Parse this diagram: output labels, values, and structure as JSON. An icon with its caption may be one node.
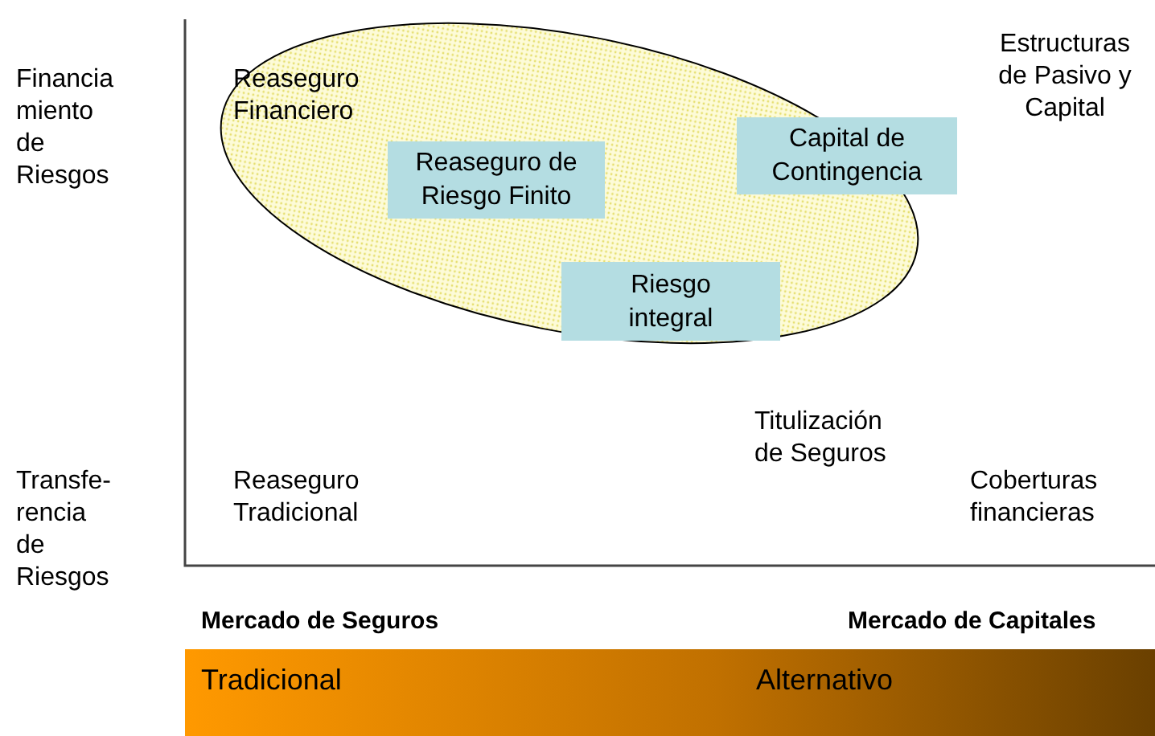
{
  "diagram": {
    "nodes": [
      {
        "text": [],
        "shape": "ellipse"
      },
      {
        "text": [
          "Reaseguro de Riesgo Finito"
        ],
        "in": 0
      },
      {
        "text": [
          "Capital de Contingencia"
        ]
      },
      {
        "text": [
          "Riesgo integral"
        ],
        "in": 0
      },
      {
        "text": [
          "Tradicional",
          "Alternativo"
        ]
      }
    ],
    "edges": [],
    "labels": [
      "Estructuras de Pasivo y Capital",
      "Financia miento de Riesgos",
      "Reaseguro Financiero",
      "Titulización de Seguros",
      "Transfe- rencia de Riesgos",
      "Reaseguro Tradicional",
      "Coberturas financieras",
      "Mercado de Seguros",
      "Mercado de Capitales"
    ]
  }
}
